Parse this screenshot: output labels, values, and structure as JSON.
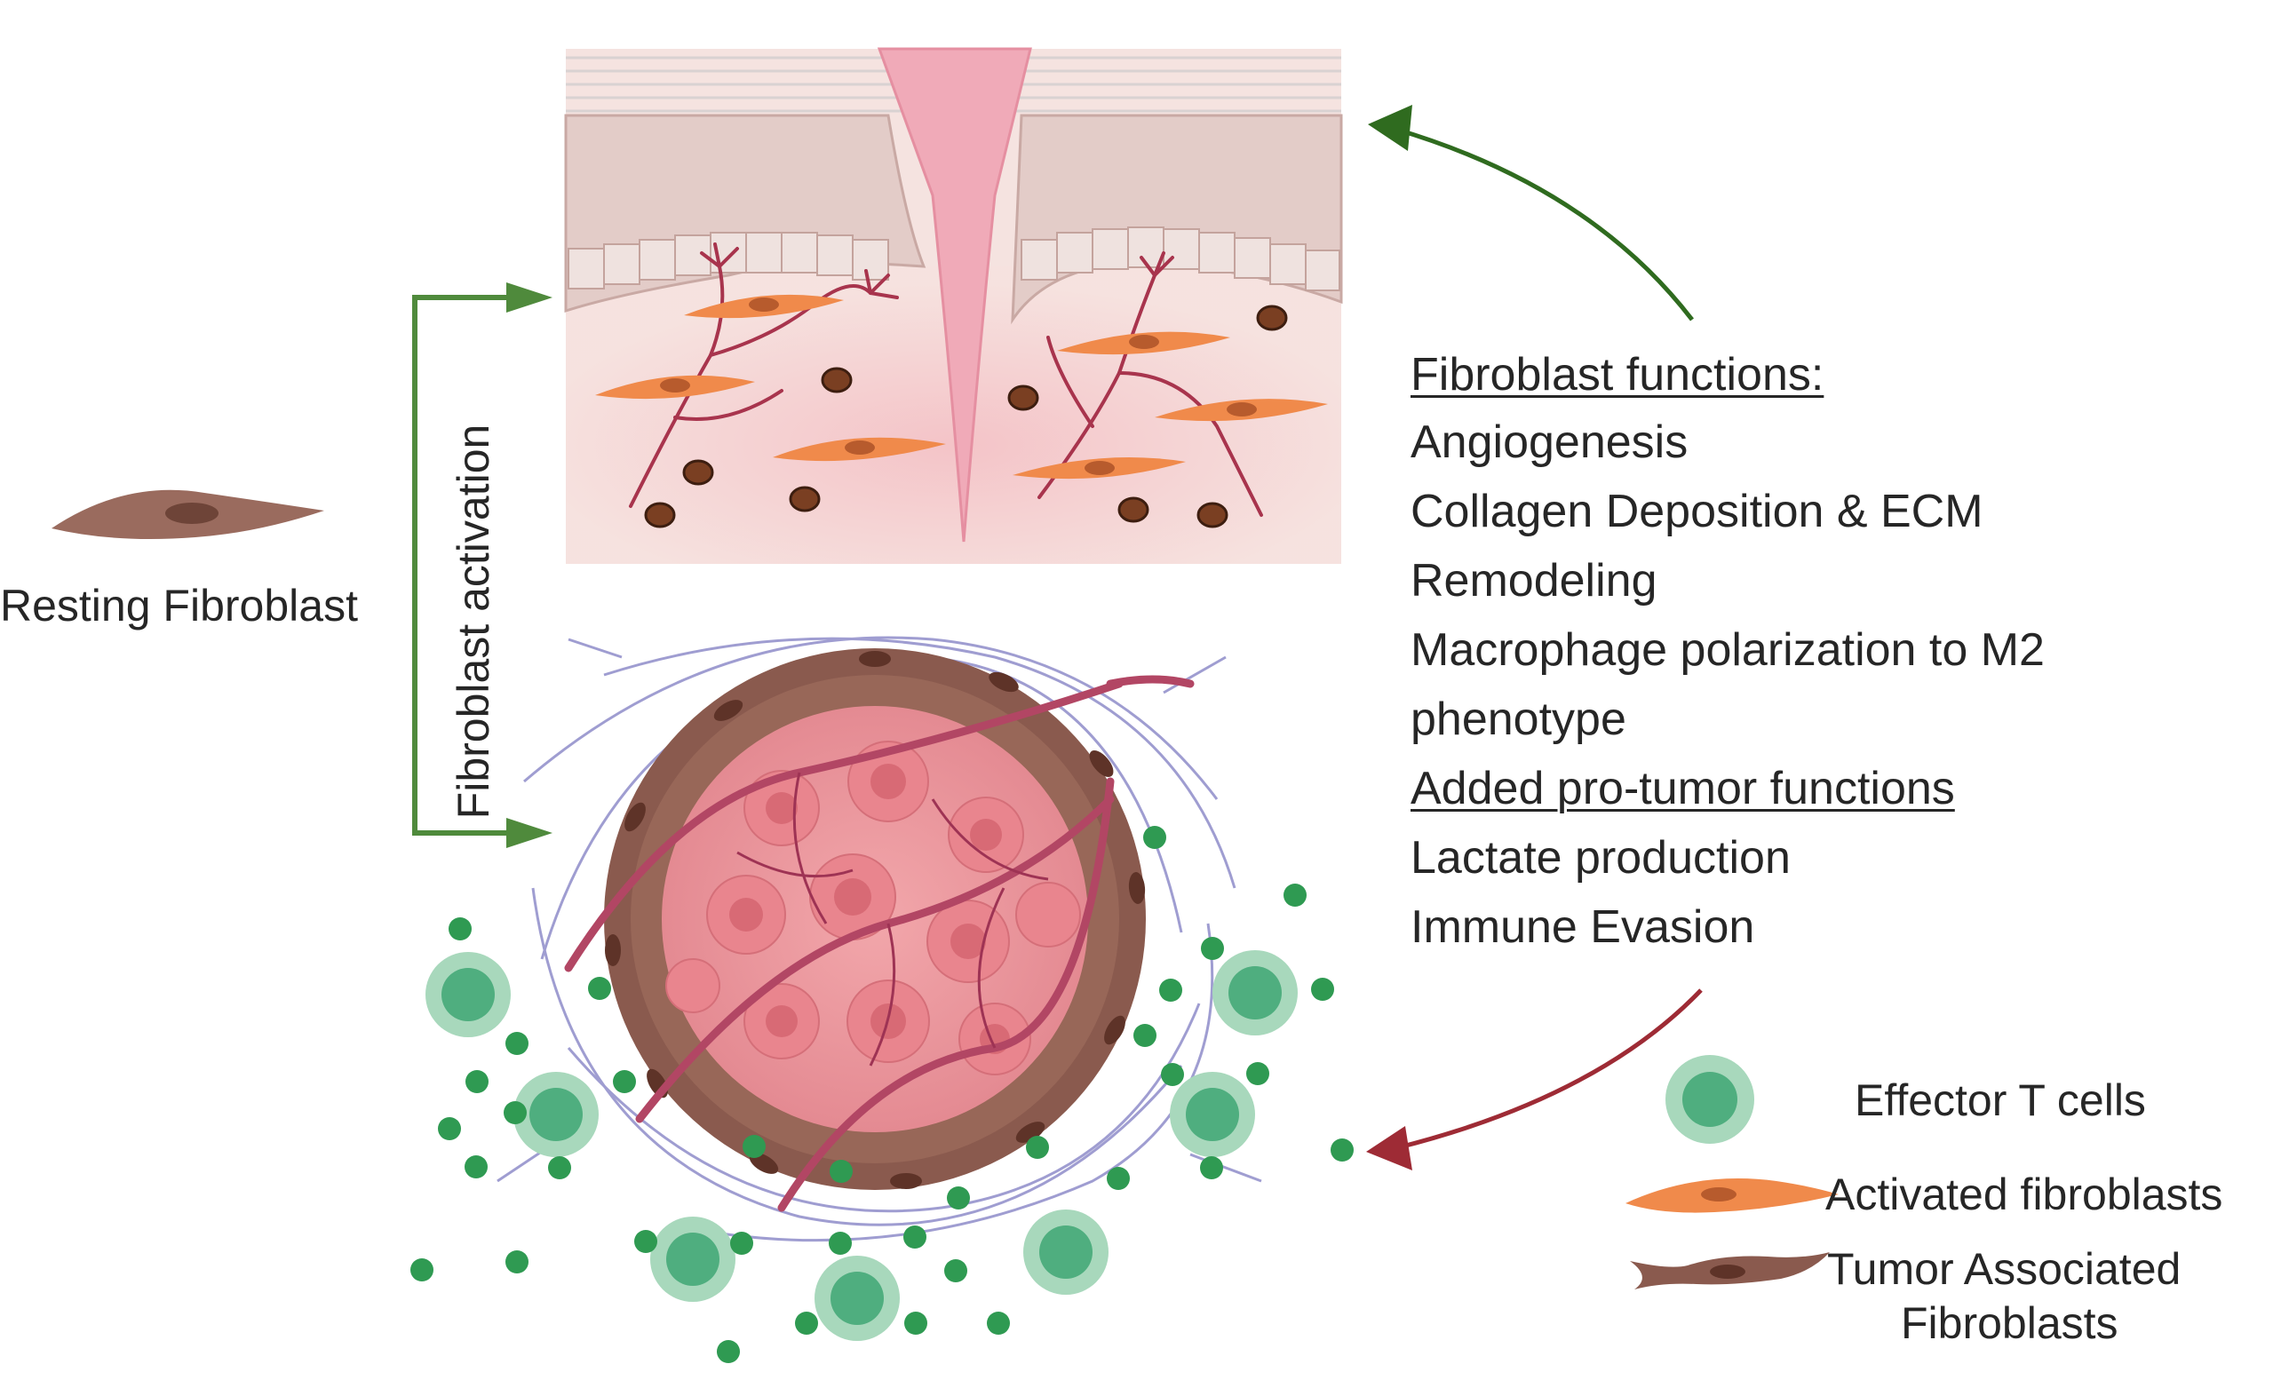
{
  "labels": {
    "resting_fibroblast": "Resting Fibroblast",
    "fibroblast_activation": "Fibroblast activation"
  },
  "functions": {
    "header": "Fibroblast functions:",
    "items": [
      "Angiogenesis",
      "Collagen Deposition & ECM",
      "Remodeling",
      "Macrophage polarization to M2",
      "phenotype"
    ],
    "added_header": "Added pro-tumor functions",
    "added_items": [
      "Lactate production",
      "Immune Evasion"
    ]
  },
  "legend": {
    "effector_t_cells": "Effector T cells",
    "activated_fibroblasts": "Activated fibroblasts",
    "tumor_associated_line1": "Tumor Associated",
    "tumor_associated_line2": "Fibroblasts"
  },
  "colors": {
    "activation_arrow": "#4f8a3c",
    "upper_arrow": "#2f6b1f",
    "lower_arrow": "#9e2b35",
    "resting_fibroblast": "#9a6b5e",
    "activated_fibroblast": "#f08a4b",
    "tumor_fibroblast": "#8a5a4e",
    "t_cell_outer": "#a8d8bc",
    "t_cell_inner": "#4fae7f",
    "small_dot": "#2f9a52",
    "tumor_core": "#e9979e",
    "vessel": "#b24664"
  }
}
